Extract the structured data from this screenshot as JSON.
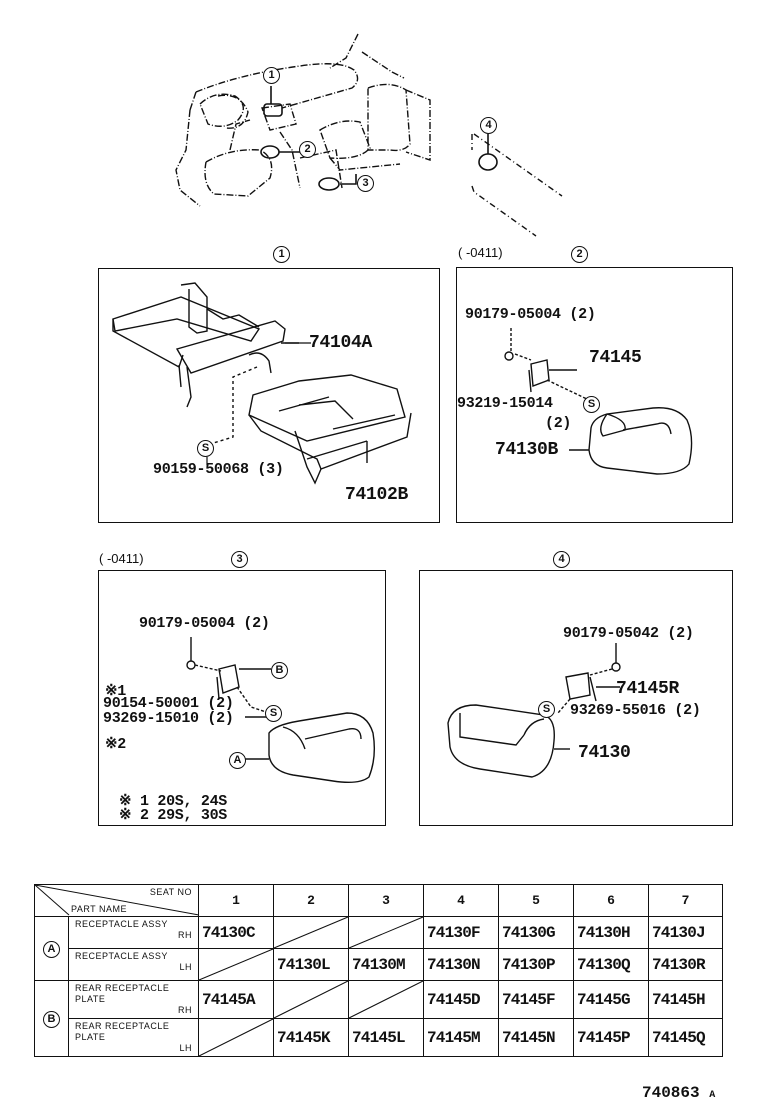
{
  "overview": {
    "callouts": [
      "1",
      "2",
      "3",
      "4"
    ]
  },
  "panels": {
    "p1": {
      "index": "1",
      "parts": {
        "bracket": "74104A",
        "screw": "90159-50068 (3)",
        "ashtray": "74102B"
      },
      "screw_symbol": "S"
    },
    "p2": {
      "index": "2",
      "range": "(      -0411)",
      "parts": {
        "nut": "90179-05004 (2)",
        "plate": "74145",
        "screw": "93219-15014",
        "screw_qty": "(2)",
        "receptacle": "74130B"
      },
      "screw_symbol": "S"
    },
    "p3": {
      "index": "3",
      "range": "(      -0411)",
      "parts": {
        "nut": "90179-05004 (2)",
        "note1_mark": "※1",
        "screw1": "90154-50001 (2)",
        "screw2": "93269-15010 (2)",
        "note2_mark": "※2"
      },
      "symbols": {
        "b": "B",
        "s": "S",
        "a": "A"
      },
      "notes": [
        "※ 1  20S, 24S",
        "※ 2  29S, 30S"
      ]
    },
    "p4": {
      "index": "4",
      "parts": {
        "nut": "90179-05042 (2)",
        "plate": "74145R",
        "screw": "93269-55016 (2)",
        "receptacle": "74130"
      },
      "screw_symbol": "S"
    }
  },
  "table": {
    "header_seat": "SEAT NO",
    "header_part": "PART NAME",
    "seats": [
      "1",
      "2",
      "3",
      "4",
      "5",
      "6",
      "7"
    ],
    "groups": [
      {
        "symbol": "A",
        "rows": [
          {
            "name": "RECEPTACLE ASSY",
            "side": "RH",
            "values": [
              "74130C",
              "",
              "",
              "74130F",
              "74130G",
              "74130H",
              "74130J"
            ]
          },
          {
            "name": "RECEPTACLE ASSY",
            "side": "LH",
            "values": [
              "",
              "74130L",
              "74130M",
              "74130N",
              "74130P",
              "74130Q",
              "74130R"
            ]
          }
        ]
      },
      {
        "symbol": "B",
        "rows": [
          {
            "name": "REAR RECEPTACLE PLATE",
            "side": "RH",
            "values": [
              "74145A",
              "",
              "",
              "74145D",
              "74145F",
              "74145G",
              "74145H"
            ]
          },
          {
            "name": "REAR RECEPTACLE PLATE",
            "side": "LH",
            "values": [
              "",
              "74145K",
              "74145L",
              "74145M",
              "74145N",
              "74145P",
              "74145Q"
            ]
          }
        ]
      }
    ]
  },
  "footer": {
    "code": "740863",
    "suffix": "A"
  }
}
